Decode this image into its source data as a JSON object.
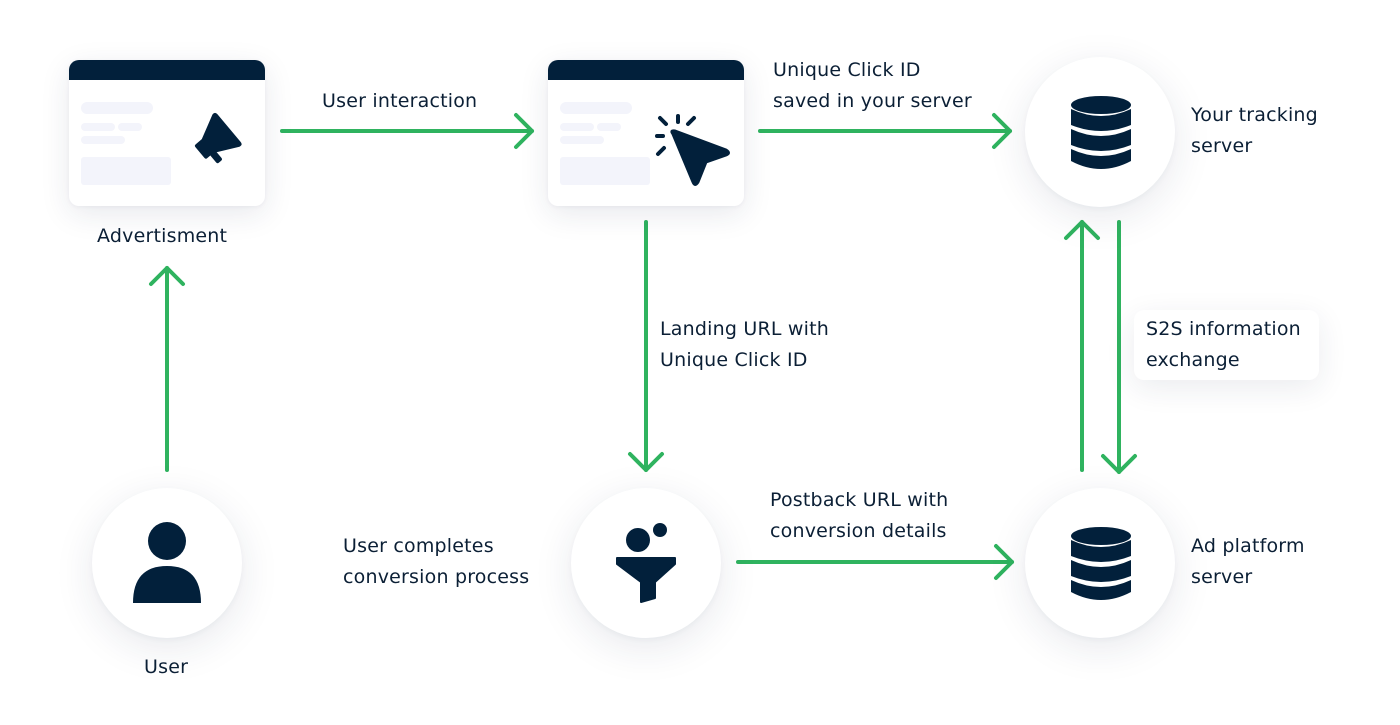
{
  "diagram": {
    "title": "S2S postback tracking flow",
    "colors": {
      "arrow": "#2fb35f",
      "icon": "#02203b",
      "text": "#0b1f35",
      "placeholder": "#f3f4fb"
    },
    "nodes": {
      "advertisement": {
        "label": "Advertisment",
        "icon": "megaphone-icon"
      },
      "landing_page": {
        "label": "",
        "icon": "cursor-click-icon"
      },
      "tracking_server": {
        "label": "Your tracking\nserver",
        "icon": "database-icon"
      },
      "user": {
        "label": "User",
        "icon": "user-icon"
      },
      "conversion": {
        "label": "User completes\nconversion process",
        "icon": "funnel-icon"
      },
      "ad_platform_server": {
        "label": "Ad platform\nserver",
        "icon": "database-icon"
      }
    },
    "edges": [
      {
        "from": "user",
        "to": "advertisement",
        "label": ""
      },
      {
        "from": "advertisement",
        "to": "landing_page",
        "label": "User interaction"
      },
      {
        "from": "landing_page",
        "to": "tracking_server",
        "label": "Unique Click ID\nsaved in your server"
      },
      {
        "from": "landing_page",
        "to": "conversion",
        "label": "Landing URL with\nUnique Click ID"
      },
      {
        "from": "conversion",
        "to": "ad_platform_server",
        "label": "Postback URL with\nconversion details"
      },
      {
        "from": "ad_platform_server",
        "to": "tracking_server",
        "label": "S2S information\nexchange"
      },
      {
        "from": "tracking_server",
        "to": "ad_platform_server",
        "label": ""
      }
    ]
  }
}
